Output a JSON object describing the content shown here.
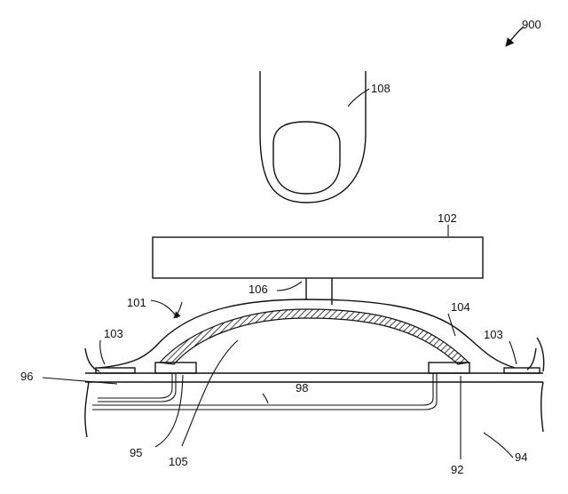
{
  "labels": {
    "figure_number": "900",
    "finger": "108",
    "plate": "102",
    "dome_assembly": "101",
    "plunger": "106",
    "dome_edge": "104",
    "spacer_left": "103",
    "spacer_right": "103",
    "layer_96": "96",
    "trace_98": "98",
    "contact_95": "95",
    "dome_layer": "105",
    "contact_92": "92",
    "substrate": "94"
  }
}
